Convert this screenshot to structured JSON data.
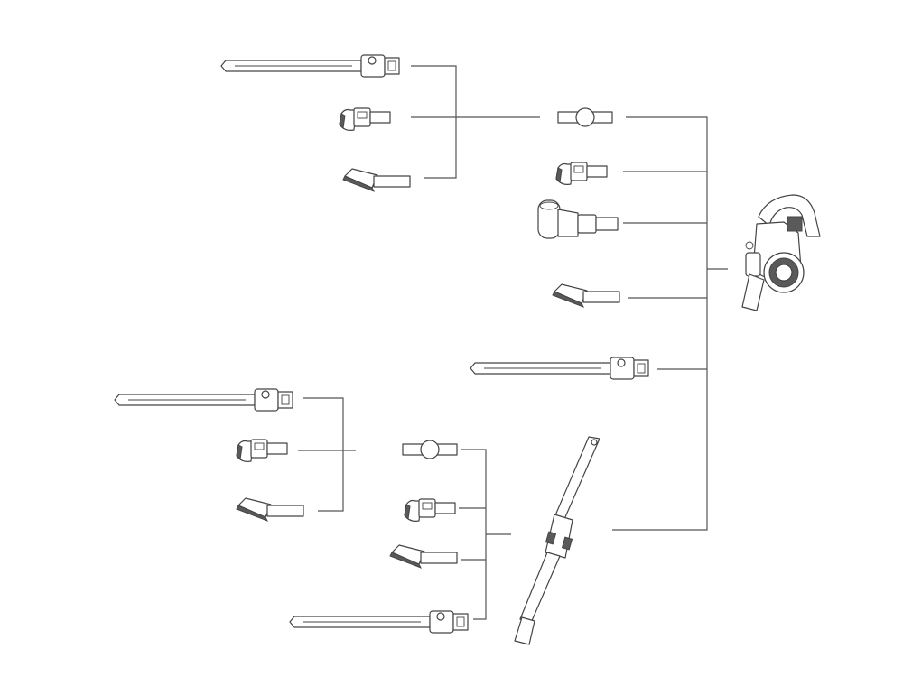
{
  "diagram": {
    "type": "accessory-compatibility-tree",
    "background": "#ffffff",
    "line_color": "#555555",
    "part_outline_color": "#444444",
    "groups": [
      {
        "name": "handheld-main-unit-group",
        "parts": [
          "adapter-ring",
          "mini-brush",
          "electric-mite-brush",
          "crevice-brush",
          "long-crevice-tool",
          "extension-wand"
        ]
      },
      {
        "name": "adapter-ring-group",
        "parts": [
          "long-crevice-tool",
          "mini-brush",
          "crevice-brush"
        ]
      },
      {
        "name": "extension-wand-group",
        "parts": [
          "adapter-ring",
          "mini-brush",
          "crevice-brush",
          "long-crevice-tool"
        ]
      },
      {
        "name": "extension-wand-sub-group",
        "parts": [
          "long-crevice-tool",
          "mini-brush",
          "crevice-brush"
        ]
      }
    ]
  }
}
